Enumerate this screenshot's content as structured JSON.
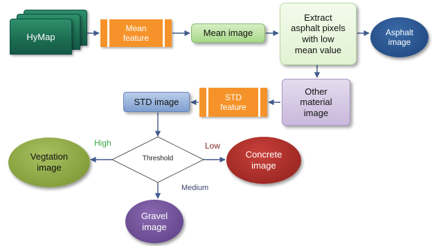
{
  "nodes": {
    "hymap": "HyMap",
    "mean_feature": "Mean\nfeature",
    "mean_image": "Mean image",
    "extract": "Extract\nasphalt pixels\nwith low\nmean value",
    "asphalt_image": "Asphalt\nimage",
    "other_material": "Other\nmaterial\nimage",
    "std_feature": "STD\nfeature",
    "std_image": "STD image",
    "threshold": "Threshold",
    "vegetation_image": "Vegtation\nimage",
    "concrete_image": "Concrete\nimage",
    "gravel_image": "Gravel\nimage"
  },
  "edge_labels": {
    "high": "High",
    "low": "Low",
    "medium": "Medium"
  },
  "colors": {
    "high": "#3aa84a",
    "low": "#8b2c2c",
    "medium": "#3b3f6e",
    "connector": "#3f5a8c"
  }
}
